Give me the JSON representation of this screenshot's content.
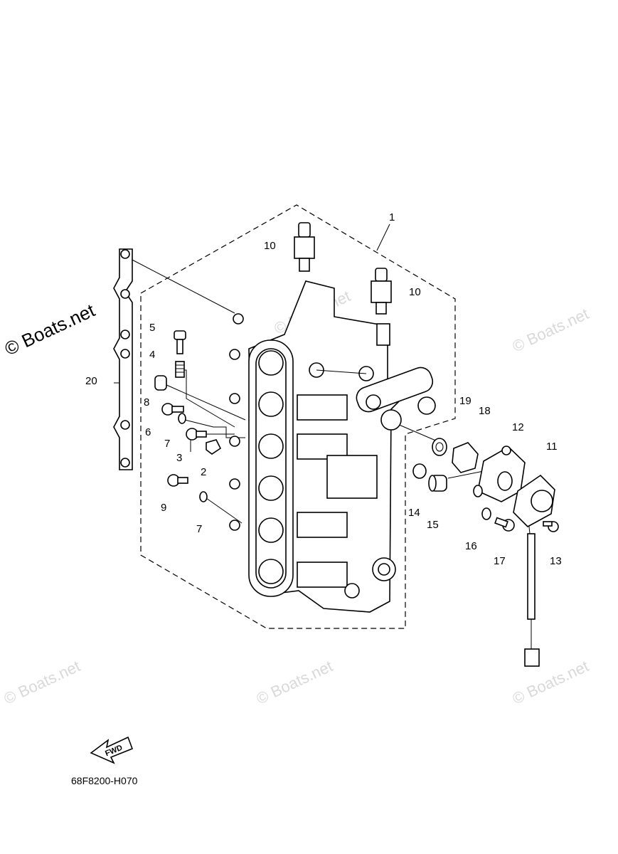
{
  "callouts": {
    "c1": "1",
    "c2": "2",
    "c3": "3",
    "c4": "4",
    "c5": "5",
    "c6": "6",
    "c7a": "7",
    "c7b": "7",
    "c8": "8",
    "c9": "9",
    "c10a": "10",
    "c10b": "10",
    "c11": "11",
    "c12": "12",
    "c13": "13",
    "c14": "14",
    "c15": "15",
    "c16": "16",
    "c17": "17",
    "c18": "18",
    "c19": "19",
    "c20": "20"
  },
  "watermark_main": "© Boats.net",
  "watermark_faint": "© Boats.net",
  "fwd_label": "FWD",
  "diagram_code": "68F8200-H070"
}
